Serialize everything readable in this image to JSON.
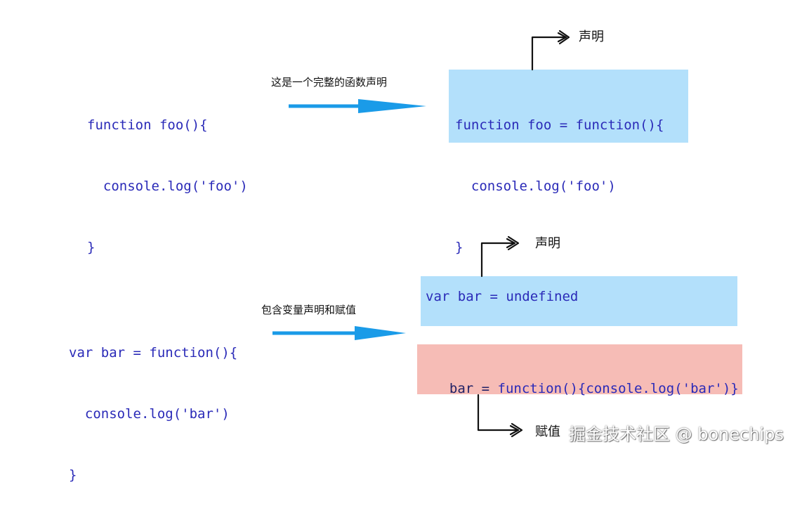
{
  "example1": {
    "source_lines": [
      "function foo(){",
      "  console.log('foo')",
      "}"
    ],
    "arrow_note": "这是一个完整的函数声明",
    "result_lines": [
      "function foo = function(){",
      "  console.log('foo')",
      "}"
    ],
    "declare_label": "声明"
  },
  "example2": {
    "source_lines": [
      "var bar = function(){",
      "  console.log('bar')",
      "}"
    ],
    "arrow_note": "包含变量声明和赋值",
    "declare_box": "var bar = undefined",
    "assign_box_prefix": "bar = ",
    "assign_box_rest": "function(){console.log('bar')}",
    "declare_label": "声明",
    "assign_label": "赋值"
  },
  "watermark": "掘金技术社区 @ bonechips",
  "colors": {
    "code_text": "#2a2ab8",
    "blue_box": "#b3e0fb",
    "pink_box": "#f6bcb6",
    "arrow": "#1a9be8",
    "sketch_line": "#111111"
  }
}
